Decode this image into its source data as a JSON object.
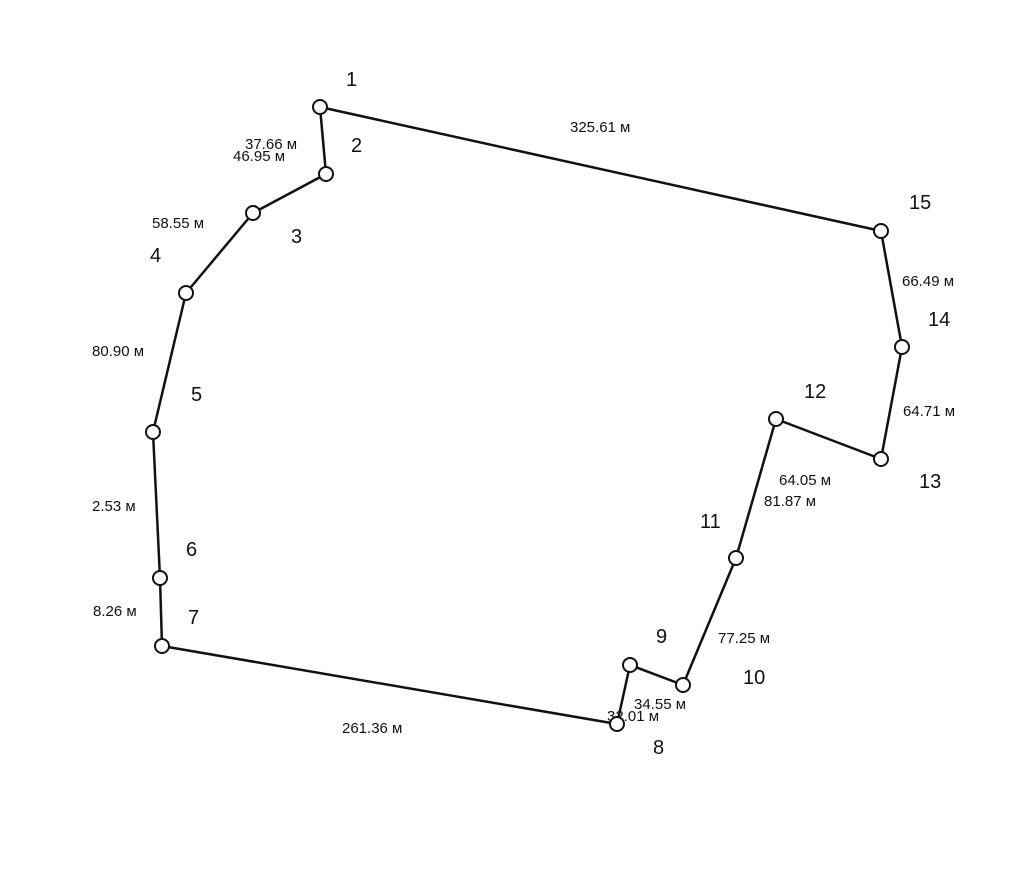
{
  "diagram": {
    "vertices": [
      "1",
      "2",
      "3",
      "4",
      "5",
      "6",
      "7",
      "8",
      "9",
      "10",
      "11",
      "12",
      "13",
      "14",
      "15"
    ],
    "edge_lengths": [
      {
        "from": "1",
        "to": "2",
        "label": "37.66 м"
      },
      {
        "from": "2",
        "to": "3",
        "label": "46.95 м"
      },
      {
        "from": "3",
        "to": "4",
        "label": "58.55 м"
      },
      {
        "from": "4",
        "to": "5",
        "label": "80.90 м"
      },
      {
        "from": "5",
        "to": "6",
        "label": "2.53 м"
      },
      {
        "from": "6",
        "to": "7",
        "label": "8.26 м"
      },
      {
        "from": "7",
        "to": "8",
        "label": "261.36 м"
      },
      {
        "from": "8",
        "to": "9",
        "label": "32.01 м"
      },
      {
        "from": "9",
        "to": "10",
        "label": "34.55 м"
      },
      {
        "from": "10",
        "to": "11",
        "label": "77.25 м"
      },
      {
        "from": "11",
        "to": "12",
        "label": "81.87 м"
      },
      {
        "from": "12",
        "to": "13",
        "label": "64.05 м"
      },
      {
        "from": "13",
        "to": "14",
        "label": "64.71 м"
      },
      {
        "from": "14",
        "to": "15",
        "label": "66.49 м"
      },
      {
        "from": "15",
        "to": "1",
        "label": "325.61 м"
      }
    ]
  }
}
